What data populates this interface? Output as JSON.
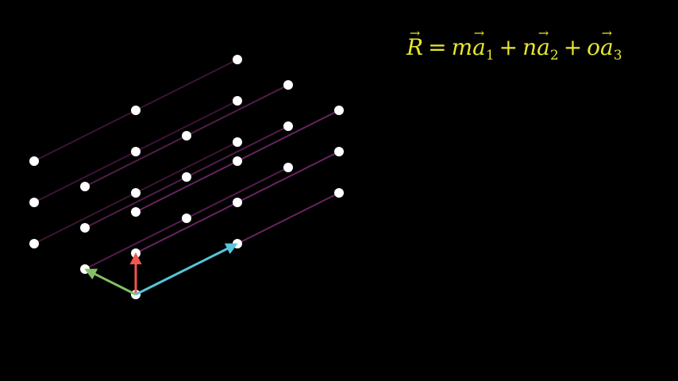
{
  "formula": {
    "R": "R",
    "eq": "=",
    "m": "m",
    "n": "n",
    "o": "o",
    "plus": "+",
    "a": "a",
    "sub1": "1",
    "sub2": "2",
    "sub3": "3"
  },
  "colors": {
    "background": "#000000",
    "formula": "#e6e632",
    "lattice_point": "#ffffff",
    "lattice_line": "#c040b0",
    "vector_a1": "#f0554f",
    "vector_a2": "#83c167",
    "vector_a3": "#58c4dd"
  },
  "lattice": {
    "points_per_row": 3,
    "rows": 9,
    "basis_vectors": [
      "a1",
      "a2",
      "a3"
    ]
  }
}
